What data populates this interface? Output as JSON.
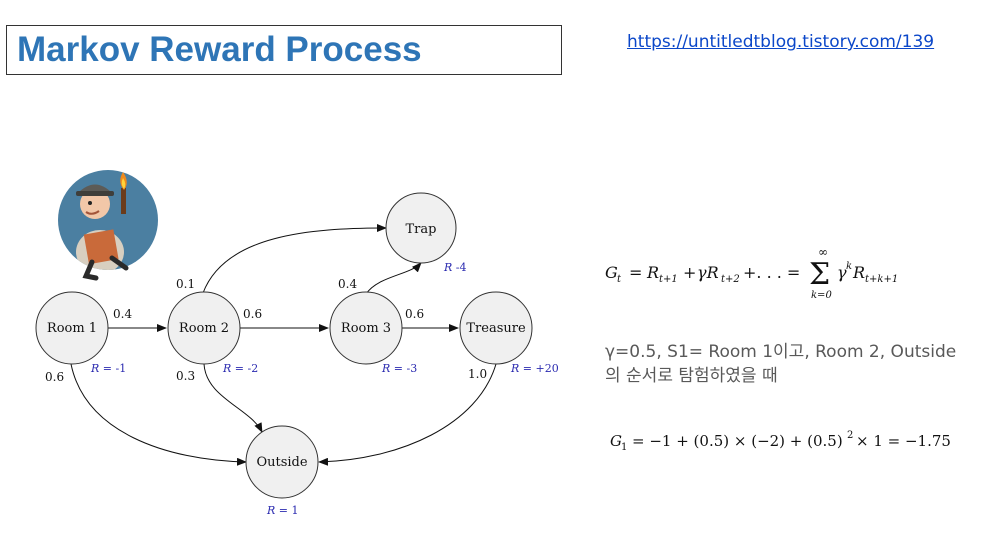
{
  "title": "Markov Reward Process",
  "url": "https://untitledtblog.tistory.com/139",
  "nodes": {
    "room1": "Room 1",
    "room2": "Room 2",
    "room3": "Room 3",
    "treasure": "Treasure",
    "trap": "Trap",
    "outside": "Outside"
  },
  "transitions": {
    "room1_room2": "0.4",
    "room1_outside": "0.6",
    "room2_trap": "0.1",
    "room2_room3": "0.6",
    "room2_outside": "0.3",
    "room3_trap": "0.4",
    "room3_treasure": "0.6",
    "treasure_outside": "1.0"
  },
  "rewards": {
    "room1": "= -1",
    "room2": "= -2",
    "room3": "= -3",
    "trap": "-4",
    "treasure": "= +20",
    "outside": "= 1",
    "symbol": "R"
  },
  "equations": {
    "return_def": "G_t = R_{t+1} + γR_{t+2} + ... = Σ_{k=0}^{∞} γ^k R_{t+k+1}",
    "result": "G_1 = −1 + (0.5) × (−2) + (0.5)^2 × 1 = −1.75"
  },
  "description": {
    "line1": "γ=0.5, S1= Room 1이고, Room 2, Outside",
    "line2": "의 순서로 탐험하였을 때"
  }
}
